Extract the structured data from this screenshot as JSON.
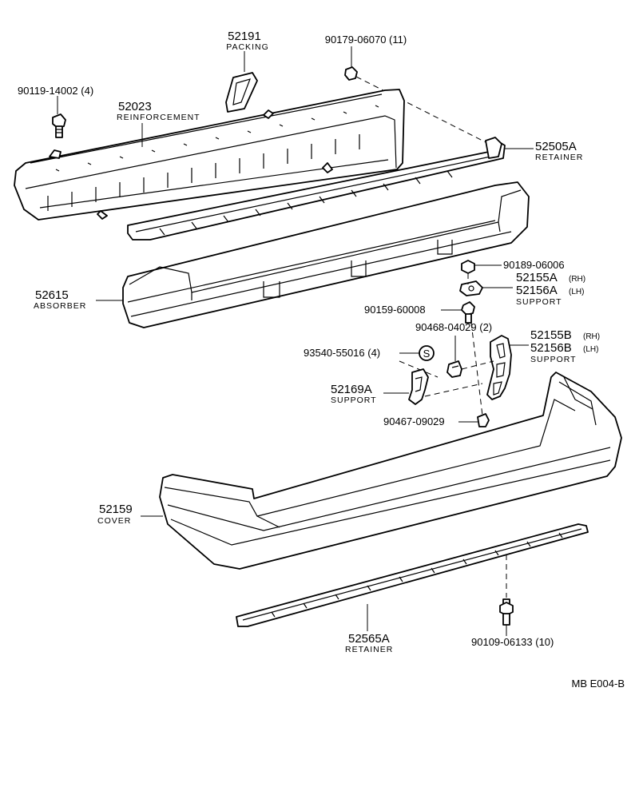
{
  "parts": {
    "p52191": {
      "number": "52191",
      "name": "PACKING"
    },
    "p90179": {
      "number": "90179-06070 (11)"
    },
    "p90119": {
      "number": "90119-14002 (4)"
    },
    "p52023": {
      "number": "52023",
      "name": "REINFORCEMENT"
    },
    "p52505A": {
      "number": "52505A",
      "name": "RETAINER"
    },
    "p52615": {
      "number": "52615",
      "name": "ABSORBER"
    },
    "p90189": {
      "number": "90189-06006"
    },
    "p52155A": {
      "number": "52155A",
      "side": "(RH)"
    },
    "p52156A": {
      "number": "52156A",
      "side": "(LH)",
      "name": "SUPPORT"
    },
    "p90159": {
      "number": "90159-60008"
    },
    "p90468": {
      "number": "90468-04029 (2)"
    },
    "p52155B": {
      "number": "52155B",
      "side": "(RH)"
    },
    "p52156B": {
      "number": "52156B",
      "side": "(LH)",
      "name": "SUPPORT"
    },
    "p93540": {
      "number": "93540-55016 (4)"
    },
    "p52169A": {
      "number": "52169A",
      "name": "SUPPORT"
    },
    "p90467": {
      "number": "90467-09029"
    },
    "p52159": {
      "number": "52159",
      "name": "COVER"
    },
    "p52565A": {
      "number": "52565A",
      "name": "RETAINER"
    },
    "p90109": {
      "number": "90109-06133 (10)"
    }
  },
  "symbols": {
    "s_mark": "S"
  },
  "reference": "MB  E004-B"
}
